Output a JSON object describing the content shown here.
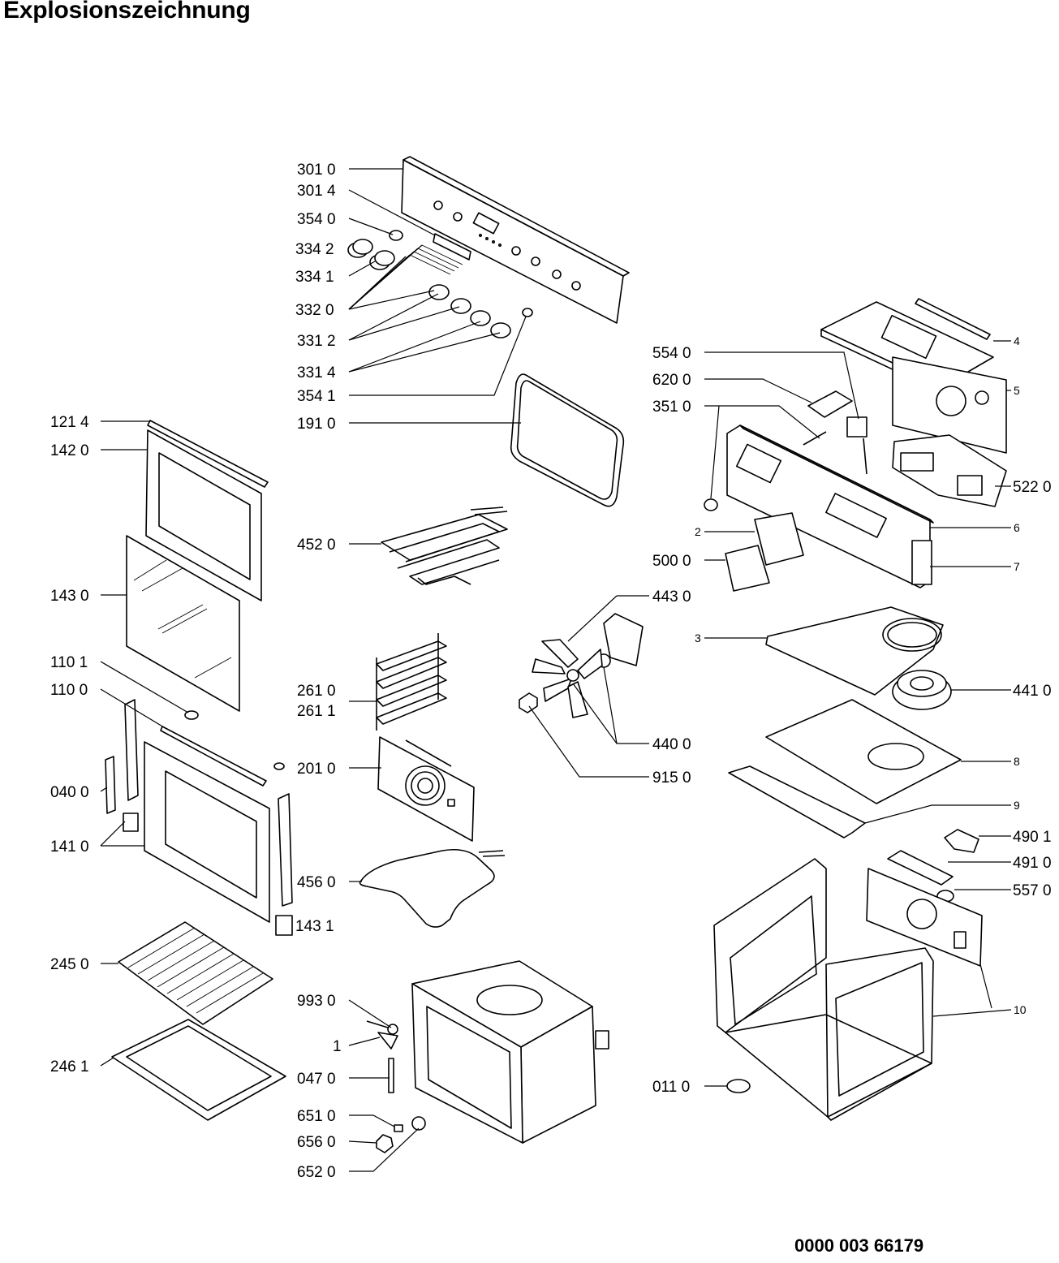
{
  "title": "Explosionszeichnung",
  "document_number": "0000 003 66179",
  "parts": [
    {
      "id": "p3010",
      "label": "301 0"
    },
    {
      "id": "p3014",
      "label": "301 4"
    },
    {
      "id": "p3540",
      "label": "354 0"
    },
    {
      "id": "p3342",
      "label": "334 2"
    },
    {
      "id": "p3341",
      "label": "334 1"
    },
    {
      "id": "p3320",
      "label": "332 0"
    },
    {
      "id": "p3312",
      "label": "331 2"
    },
    {
      "id": "p3314",
      "label": "331 4"
    },
    {
      "id": "p3541",
      "label": "354 1"
    },
    {
      "id": "p1910",
      "label": "191 0"
    },
    {
      "id": "p4520",
      "label": "452 0"
    },
    {
      "id": "p2610",
      "label": "261 0"
    },
    {
      "id": "p2611",
      "label": "261 1"
    },
    {
      "id": "p2010",
      "label": "201 0"
    },
    {
      "id": "p4560",
      "label": "456 0"
    },
    {
      "id": "p1431",
      "label": "143 1"
    },
    {
      "id": "p1214",
      "label": "121 4"
    },
    {
      "id": "p1420",
      "label": "142 0"
    },
    {
      "id": "p1430",
      "label": "143 0"
    },
    {
      "id": "p1101",
      "label": "110 1"
    },
    {
      "id": "p1100",
      "label": "110 0"
    },
    {
      "id": "p0400",
      "label": "040 0"
    },
    {
      "id": "p1410",
      "label": "141 0"
    },
    {
      "id": "p2450",
      "label": "245 0"
    },
    {
      "id": "p2461",
      "label": "246 1"
    },
    {
      "id": "p9930",
      "label": "993 0"
    },
    {
      "id": "p1",
      "label": "1"
    },
    {
      "id": "p0470",
      "label": "047 0"
    },
    {
      "id": "p6510",
      "label": "651 0"
    },
    {
      "id": "p6560",
      "label": "656 0"
    },
    {
      "id": "p6520",
      "label": "652 0"
    },
    {
      "id": "p5540",
      "label": "554 0"
    },
    {
      "id": "p6200",
      "label": "620 0"
    },
    {
      "id": "p3510",
      "label": "351 0"
    },
    {
      "id": "p2",
      "label": "2"
    },
    {
      "id": "p5000",
      "label": "500 0"
    },
    {
      "id": "p4430",
      "label": "443 0"
    },
    {
      "id": "p3",
      "label": "3"
    },
    {
      "id": "p4410",
      "label": "441 0"
    },
    {
      "id": "p4400",
      "label": "440 0"
    },
    {
      "id": "p9150",
      "label": "915 0"
    },
    {
      "id": "p4",
      "label": "4"
    },
    {
      "id": "p5",
      "label": "5"
    },
    {
      "id": "p5220",
      "label": "522 0"
    },
    {
      "id": "p6",
      "label": "6"
    },
    {
      "id": "p7",
      "label": "7"
    },
    {
      "id": "p8",
      "label": "8"
    },
    {
      "id": "p9",
      "label": "9"
    },
    {
      "id": "p4901",
      "label": "490 1"
    },
    {
      "id": "p4910",
      "label": "491 0"
    },
    {
      "id": "p5570",
      "label": "557 0"
    },
    {
      "id": "p10",
      "label": "10"
    },
    {
      "id": "p0110",
      "label": "011 0"
    }
  ]
}
